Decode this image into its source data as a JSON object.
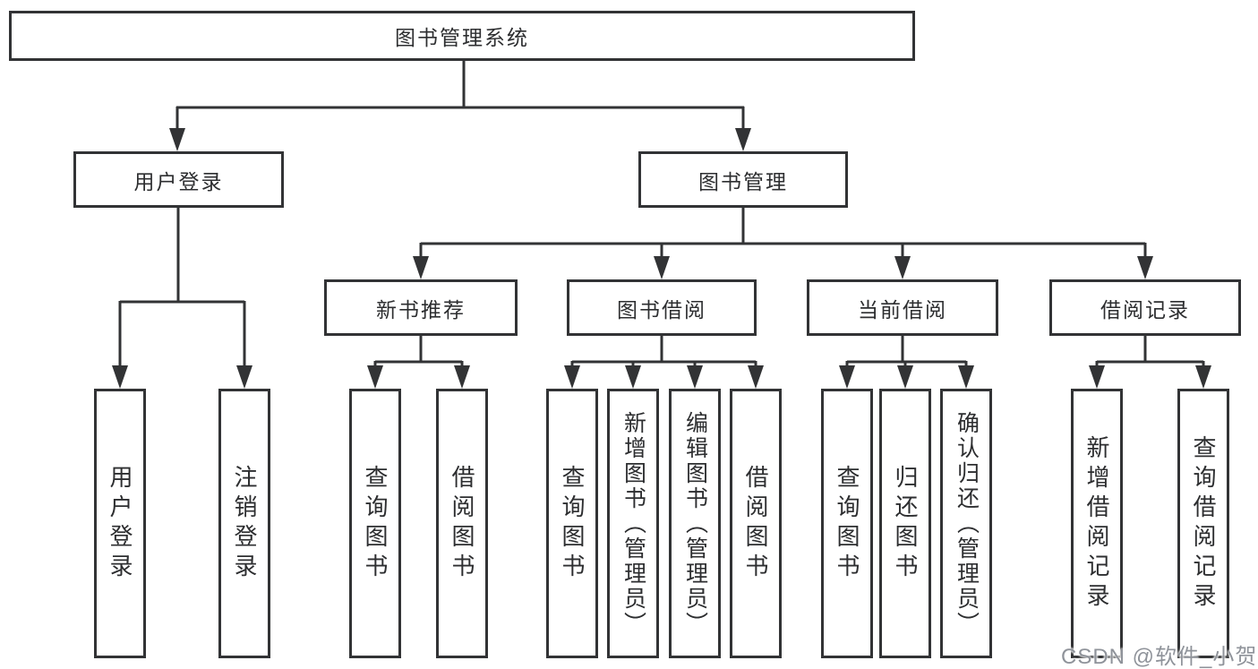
{
  "diagram": {
    "type": "hierarchy",
    "colors": {
      "line": "#323335",
      "box_border": "#323335",
      "text": "#2d2e30",
      "background": "#ffffff",
      "watermark": "#8f939a"
    }
  },
  "tree": {
    "label": "图书管理系统",
    "children": [
      {
        "label": "用户登录",
        "children": [
          {
            "label": "用户登录"
          },
          {
            "label": "注销登录"
          }
        ]
      },
      {
        "label": "图书管理",
        "children": [
          {
            "label": "新书推荐",
            "children": [
              {
                "label": "查询图书"
              },
              {
                "label": "借阅图书"
              }
            ]
          },
          {
            "label": "图书借阅",
            "children": [
              {
                "label": "查询图书"
              },
              {
                "label": "新增图书（管理员）"
              },
              {
                "label": "编辑图书（管理员）"
              },
              {
                "label": "借阅图书"
              }
            ]
          },
          {
            "label": "当前借阅",
            "children": [
              {
                "label": "查询图书"
              },
              {
                "label": "归还图书"
              },
              {
                "label": "确认归还（管理员）"
              }
            ]
          },
          {
            "label": "借阅记录",
            "children": [
              {
                "label": "新增借阅记录"
              },
              {
                "label": "查询借阅记录"
              }
            ]
          }
        ]
      }
    ]
  },
  "watermark": {
    "text": "CSDN @软件_小贺同学"
  }
}
